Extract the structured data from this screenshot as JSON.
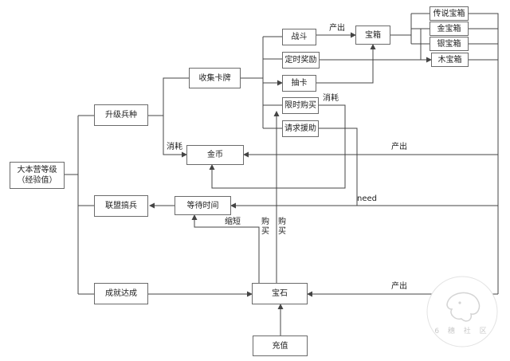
{
  "nodes": {
    "main_level": "大本营等级\n（经验值）",
    "upgrade_troops": "升级兵种",
    "alliance_troops": "联盟搞兵",
    "achievement": "成就达成",
    "collect_cards": "收集卡牌",
    "battle": "战斗",
    "timed_reward": "定时奖励",
    "draw_card": "抽卡",
    "limited_purchase": "限时购买",
    "request_help": "请求援助",
    "chest": "宝箱",
    "legendary_chest": "传说宝箱",
    "gold_chest": "金宝箱",
    "silver_chest": "银宝箱",
    "wood_chest": "木宝箱",
    "gold_coin": "金币",
    "wait_time": "等待时间",
    "gem": "宝石",
    "recharge": "充值"
  },
  "edge_labels": {
    "chest_output": "产出",
    "consume_limited": "消耗",
    "consume_upgrade": "消耗",
    "gold_output": "产出",
    "need": "need",
    "shorten": "缩短",
    "buy_1": "购买",
    "buy_2": "购买",
    "gem_output": "产出"
  },
  "watermark": {
    "text": "6 穗 社 区"
  }
}
